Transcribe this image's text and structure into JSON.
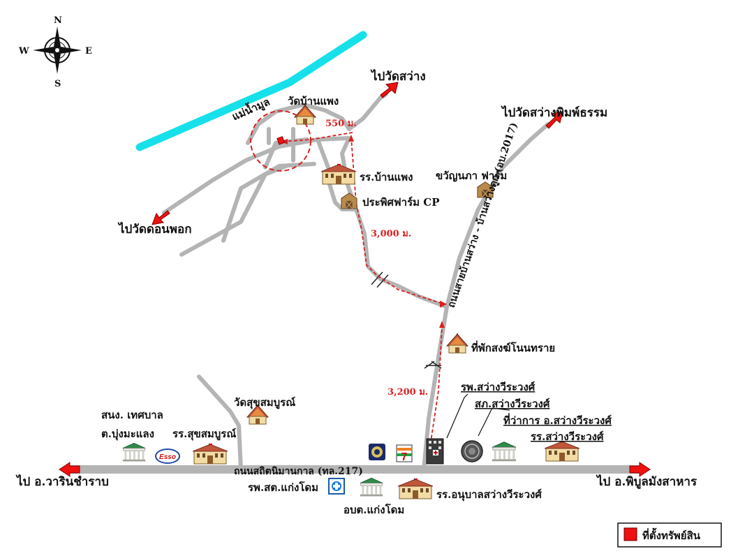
{
  "colors": {
    "road": "#b4b4b4",
    "river": "#16e0ea",
    "route": "#d92020",
    "arrow": "#ee1111",
    "building_wall": "#f2dca4",
    "building_roof": "#c0563a",
    "marker": "#ee1111"
  },
  "compass": {
    "north": "N",
    "south": "S",
    "east": "E",
    "west": "W"
  },
  "river": {
    "label": "แม่น้ำมูล"
  },
  "roads": {
    "main_road": "ถนนสถิตนิมานกาล (ทล.217)",
    "side_road": "ถนนสายบ้านสว่าง - บ้านสว่างดูก (อบ.2017)"
  },
  "directions": {
    "wat_sawang": "ไปวัดสว่าง",
    "wat_sawang_phimphatham": "ไปวัดสว่างพิมพ์ธรรม",
    "wat_don_phok": "ไปวัดดอนพอก",
    "warin_chamrap": "ไป อ.วารินชำราบ",
    "phibun_mangsahan": "ไป อ.พิบูลมังสาหาร"
  },
  "distances": {
    "d1": "550 ม.",
    "d2": "3,000 ม.",
    "d3": "3,200 ม."
  },
  "places": {
    "wat_ban_phaeng": "วัดบ้านแพง",
    "school_ban_phaeng": "รร.บ้านแพง",
    "prasit_farm": "ประพิศฟาร์ม CP",
    "khwanchanapa_farm": "ขวัญนภา ฟาร์ม",
    "monk_residence": "ที่พักสงฆ์โนนทราย",
    "hospital_sawang": "รพ.สว่างวีระวงศ์",
    "police_sawang": "สภ.สว่างวีระวงศ์",
    "district_office": "ที่ว่าการ อ.สว่างวีระวงศ์",
    "school_sawang": "รร.สว่างวีระวงศ์",
    "wat_suk_somboon": "วัดสุขสมบูรณ์",
    "school_suk_somboon": "รร.สุขสมบูรณ์",
    "municipal_office_line1": "สนง. เทศบาล",
    "municipal_office_line2": "ต.บุ่งมะแลง",
    "health_hospital": "รพ.สต.แก่งโดม",
    "sao_kaeng_dom": "อบต.แก่งโดม",
    "kindergarten": "รร.อนุบาลสว่างวีระวงศ์",
    "esso": "Esso",
    "seven_eleven": "7"
  },
  "legend": {
    "label": "ที่ตั้งทรัพย์สิน"
  }
}
